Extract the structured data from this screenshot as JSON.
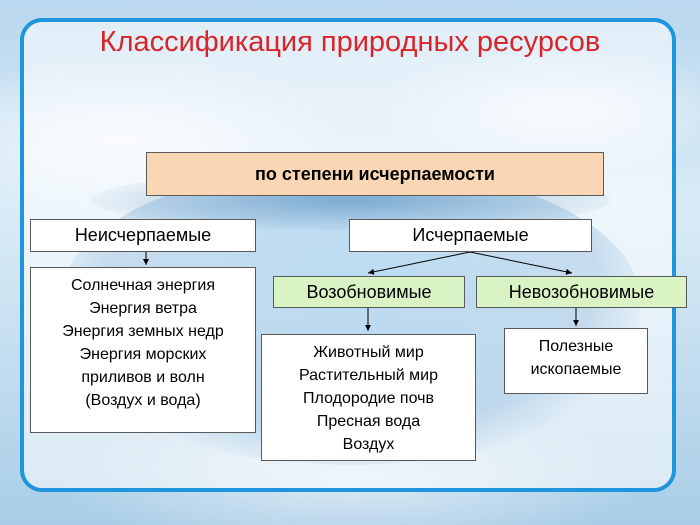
{
  "title": "Классификация природных ресурсов",
  "root": {
    "label": "по степени исчерпаемости"
  },
  "inexhaustible": {
    "label": "Неисчерпаемые",
    "items": [
      "Солнечная энергия",
      "Энергия ветра",
      "Энергия земных недр",
      "Энергия морских",
      "приливов и волн",
      "(Воздух и вода)"
    ]
  },
  "exhaustible": {
    "label": "Исчерпаемые",
    "renewable": {
      "label": "Возобновимые",
      "items": [
        "Животный мир",
        "Растительный мир",
        "Плодородие почв",
        "Пресная вода",
        "Воздух"
      ]
    },
    "nonrenewable": {
      "label": "Невозобновимые",
      "items": [
        "Полезные",
        "ископаемые"
      ]
    }
  },
  "colors": {
    "title": "#d8252a",
    "frame_border": "#1e95dc",
    "root_fill": "#fbd6b4",
    "subcategory_fill": "#d9f3c4",
    "box_fill": "#ffffff"
  }
}
